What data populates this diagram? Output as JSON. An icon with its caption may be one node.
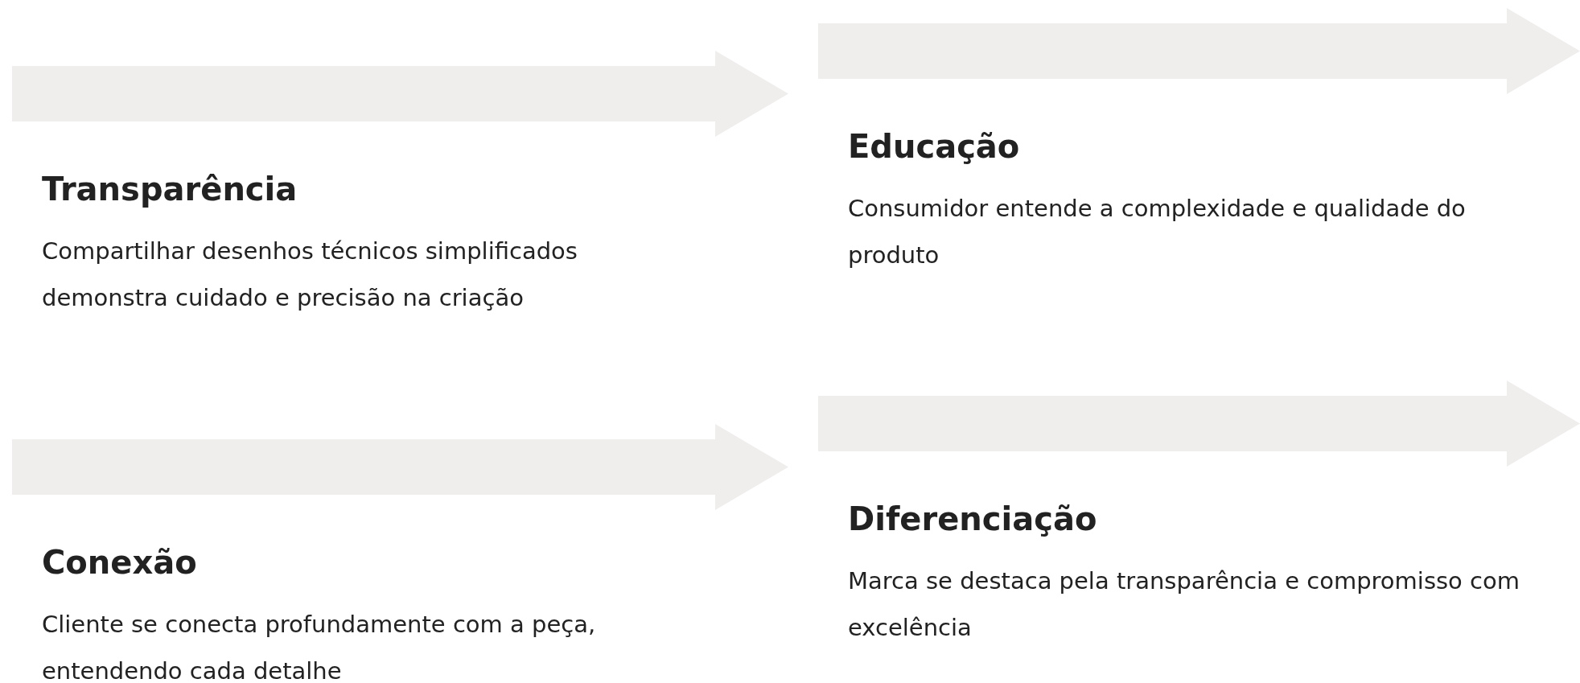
{
  "diagram": {
    "nodes": [
      {
        "text": [
          "Transparência",
          "Compartilhar desenhos técnicos simplificados demonstra cuidado e precisão na criação"
        ]
      },
      {
        "text": [
          "Educação",
          "Consumidor entende a complexidade e qualidade do produto"
        ]
      },
      {
        "text": [
          "Conexão",
          "Cliente se conecta profundamente com a peça, entendendo cada detalhe"
        ]
      },
      {
        "text": [
          "Diferenciação",
          "Marca se destaca pela transparência e compromisso com excelência"
        ]
      }
    ]
  }
}
